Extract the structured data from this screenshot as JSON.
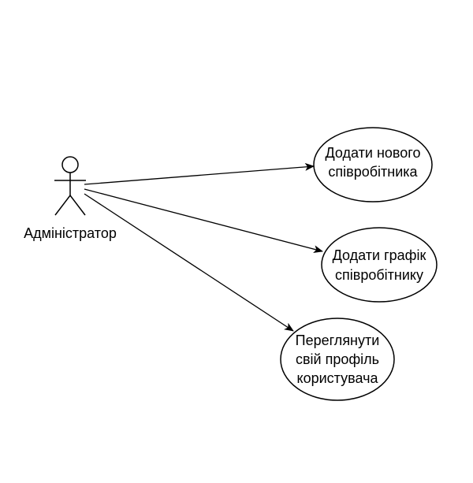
{
  "actor": {
    "name": "Адміністратор"
  },
  "use_cases": [
    {
      "lines": [
        "Додати нового",
        "співробітника"
      ]
    },
    {
      "lines": [
        "Додати графік",
        "співробітнику"
      ]
    },
    {
      "lines": [
        "Переглянути",
        "свій профіль",
        "користувача"
      ]
    }
  ],
  "colors": {
    "stroke": "#000000",
    "fill": "#ffffff",
    "text": "#000000"
  }
}
